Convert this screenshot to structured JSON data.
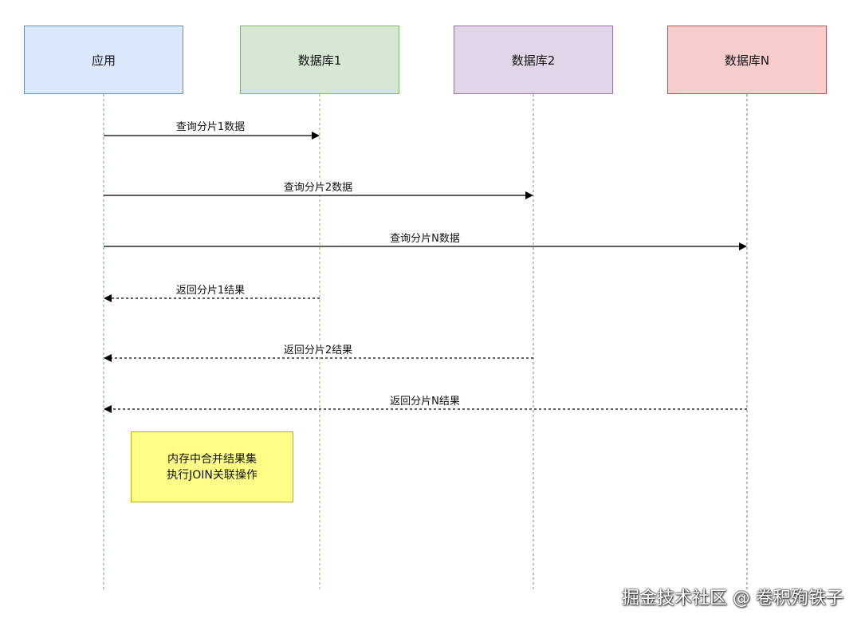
{
  "actors": [
    {
      "id": "app",
      "label": "应用",
      "fill": "#dae8fc",
      "stroke": "#6c8ebf"
    },
    {
      "id": "db1",
      "label": "数据库1",
      "fill": "#d5e8d4",
      "stroke": "#82b366"
    },
    {
      "id": "db2",
      "label": "数据库2",
      "fill": "#e1d5e7",
      "stroke": "#9673a6"
    },
    {
      "id": "dbn",
      "label": "数据库N",
      "fill": "#f8cecc",
      "stroke": "#b85450"
    }
  ],
  "messages": [
    {
      "from": "app",
      "to": "db1",
      "label": "查询分片1数据",
      "style": "solid"
    },
    {
      "from": "app",
      "to": "db2",
      "label": "查询分片2数据",
      "style": "solid"
    },
    {
      "from": "app",
      "to": "dbn",
      "label": "查询分片N数据",
      "style": "solid"
    },
    {
      "from": "db1",
      "to": "app",
      "label": "返回分片1结果",
      "style": "dashed"
    },
    {
      "from": "db2",
      "to": "app",
      "label": "返回分片2结果",
      "style": "dashed"
    },
    {
      "from": "dbn",
      "to": "app",
      "label": "返回分片N结果",
      "style": "dashed"
    }
  ],
  "note": {
    "lines": [
      "内存中合并结果集",
      "执行JOIN关联操作"
    ],
    "fill": "#ffff88"
  },
  "watermark": "掘金技术社区 @ 卷积殉铁子"
}
